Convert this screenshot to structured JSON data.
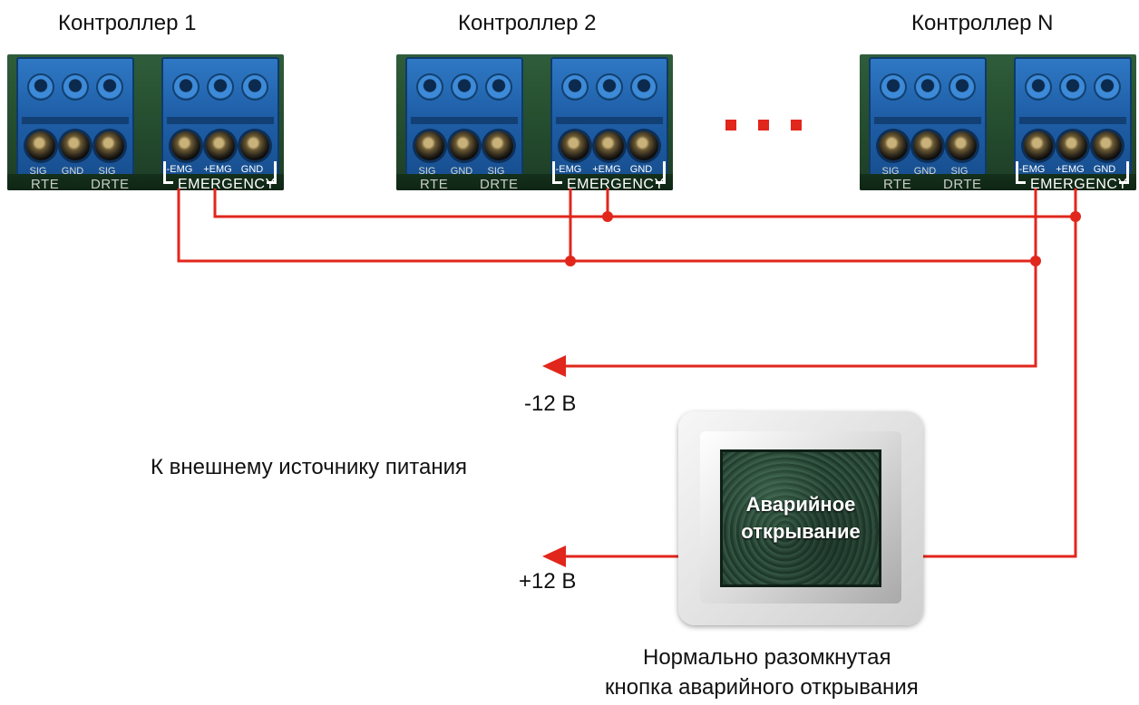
{
  "controllers": [
    {
      "title": "Контроллер 1",
      "rte": {
        "pins": [
          "SIG",
          "GND",
          "SIG"
        ],
        "group1": "RTE",
        "group2": "DRTE"
      },
      "emergency": {
        "pins": [
          "-EMG",
          "+EMG",
          "GND"
        ],
        "group": "EMERGENCY"
      }
    },
    {
      "title": "Контроллер 2",
      "rte": {
        "pins": [
          "SIG",
          "GND",
          "SIG"
        ],
        "group1": "RTE",
        "group2": "DRTE"
      },
      "emergency": {
        "pins": [
          "-EMG",
          "+EMG",
          "GND"
        ],
        "group": "EMERGENCY"
      }
    },
    {
      "title": "Контроллер N",
      "rte": {
        "pins": [
          "SIG",
          "GND",
          "SIG"
        ],
        "group1": "RTE",
        "group2": "DRTE"
      },
      "emergency": {
        "pins": [
          "-EMG",
          "+EMG",
          "GND"
        ],
        "group": "EMERGENCY"
      }
    }
  ],
  "power": {
    "minus_label": "-12 В",
    "plus_label": "+12 В",
    "source_caption": "К внешнему источнику питания"
  },
  "button": {
    "face_line1": "Аварийное",
    "face_line2": "открывание",
    "caption_line1": "Нормально разомкнутая",
    "caption_line2": "кнопка аварийного открывания"
  },
  "colors": {
    "wire": "#e1261c",
    "terminal": "#1f5fa8",
    "board": "#234a2d"
  }
}
